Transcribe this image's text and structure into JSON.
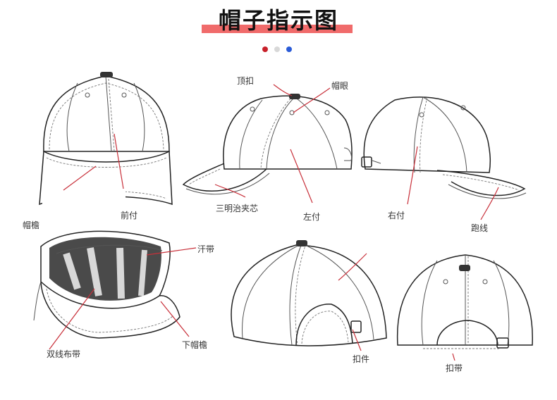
{
  "page": {
    "title": "帽子指示图",
    "accent_color": "#f06b6b",
    "dot_colors": [
      "#c8202a",
      "#d8d8d8",
      "#2a5bd7"
    ]
  },
  "labels": {
    "ding_kou": "顶扣",
    "mao_yan": "帽眼",
    "sanmingzhi": "三明治夹芯",
    "zuo_fu": "左付",
    "you_fu": "右付",
    "pao_xian": "跑线",
    "mao_yan_brim": "帽檐",
    "qian_fu": "前付",
    "han_dai": "汗带",
    "shuang_xian": "双线布带",
    "xia_mao_yan": "下帽檐",
    "kou_jian": "扣件",
    "kou_dai": "扣带"
  }
}
